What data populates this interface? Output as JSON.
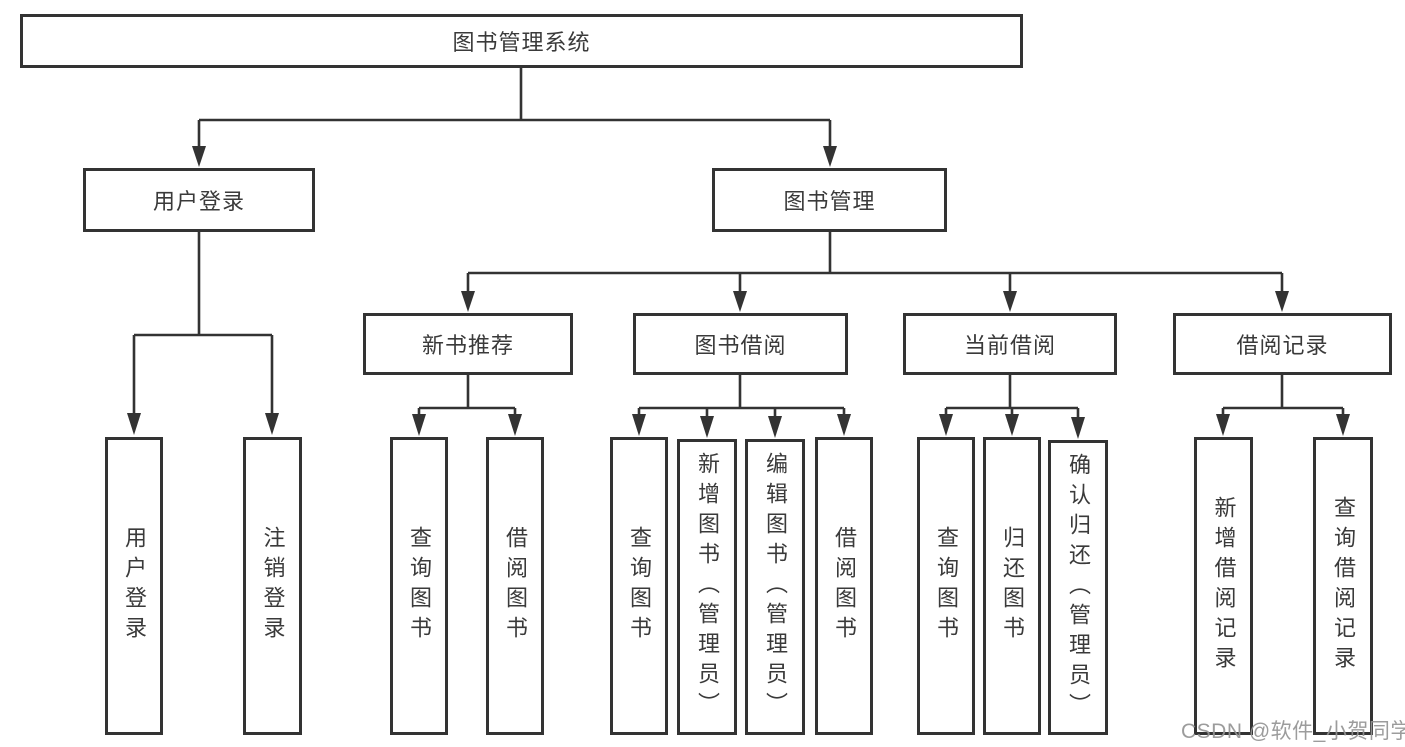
{
  "diagram_title": "图书管理系统",
  "colors": {
    "line": "#333333",
    "box_border": "#333333",
    "box_background": "#ffffff",
    "text": "#3a3a3a",
    "watermark": "#949494"
  },
  "nodes": {
    "root": "图书管理系统",
    "level2": [
      "用户登录",
      "图书管理"
    ],
    "level3": [
      "新书推荐",
      "图书借阅",
      "当前借阅",
      "借阅记录"
    ],
    "leaves": [
      "用户登录",
      "注销登录",
      "查询图书",
      "借阅图书",
      "查询图书",
      "新增图书（管理员）",
      "编辑图书（管理员）",
      "借阅图书",
      "查询图书",
      "归还图书",
      "确认归还（管理员）",
      "新增借阅记录",
      "查询借阅记录"
    ]
  },
  "hierarchy": {
    "图书管理系统": {
      "用户登录": [
        "用户登录",
        "注销登录"
      ],
      "图书管理": {
        "新书推荐": [
          "查询图书",
          "借阅图书"
        ],
        "图书借阅": [
          "查询图书",
          "新增图书（管理员）",
          "编辑图书（管理员）",
          "借阅图书"
        ],
        "当前借阅": [
          "查询图书",
          "归还图书",
          "确认归还（管理员）"
        ],
        "借阅记录": [
          "新增借阅记录",
          "查询借阅记录"
        ]
      }
    }
  },
  "watermark": "CSDN @软件_小贺同学"
}
